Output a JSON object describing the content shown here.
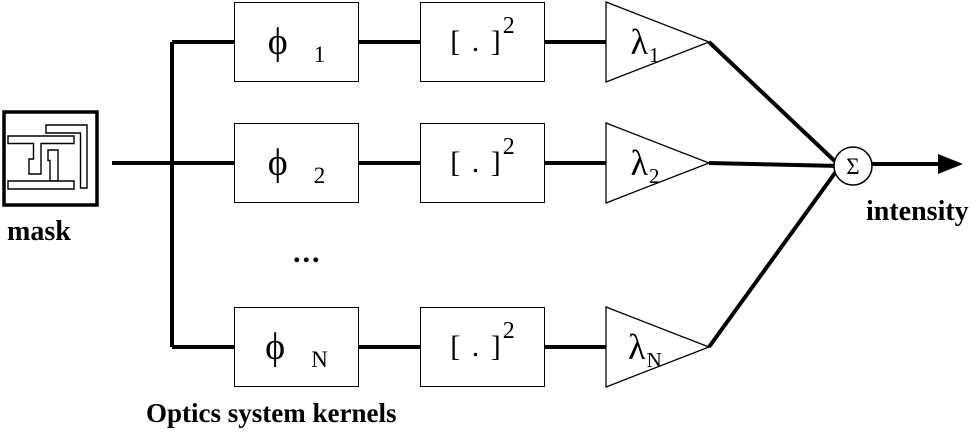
{
  "diagram": {
    "labels": {
      "mask": "mask",
      "intensity": "intensity",
      "caption": "Optics system kernels",
      "ellipsis": "...",
      "sum": "Σ"
    },
    "rows": [
      {
        "kernel_symbol": "ϕ",
        "kernel_subscript": "1",
        "square_base": "[ . ]",
        "square_exponent": "2",
        "weight_symbol": "λ",
        "weight_subscript": "1"
      },
      {
        "kernel_symbol": "ϕ",
        "kernel_subscript": "2",
        "square_base": "[ . ]",
        "square_exponent": "2",
        "weight_symbol": "λ",
        "weight_subscript": "2"
      },
      {
        "kernel_symbol": "ϕ",
        "kernel_subscript": "N",
        "square_base": "[ . ]",
        "square_exponent": "2",
        "weight_symbol": "λ",
        "weight_subscript": "N"
      }
    ],
    "colors": {
      "line": "#000000",
      "background": "#ffffff"
    }
  }
}
